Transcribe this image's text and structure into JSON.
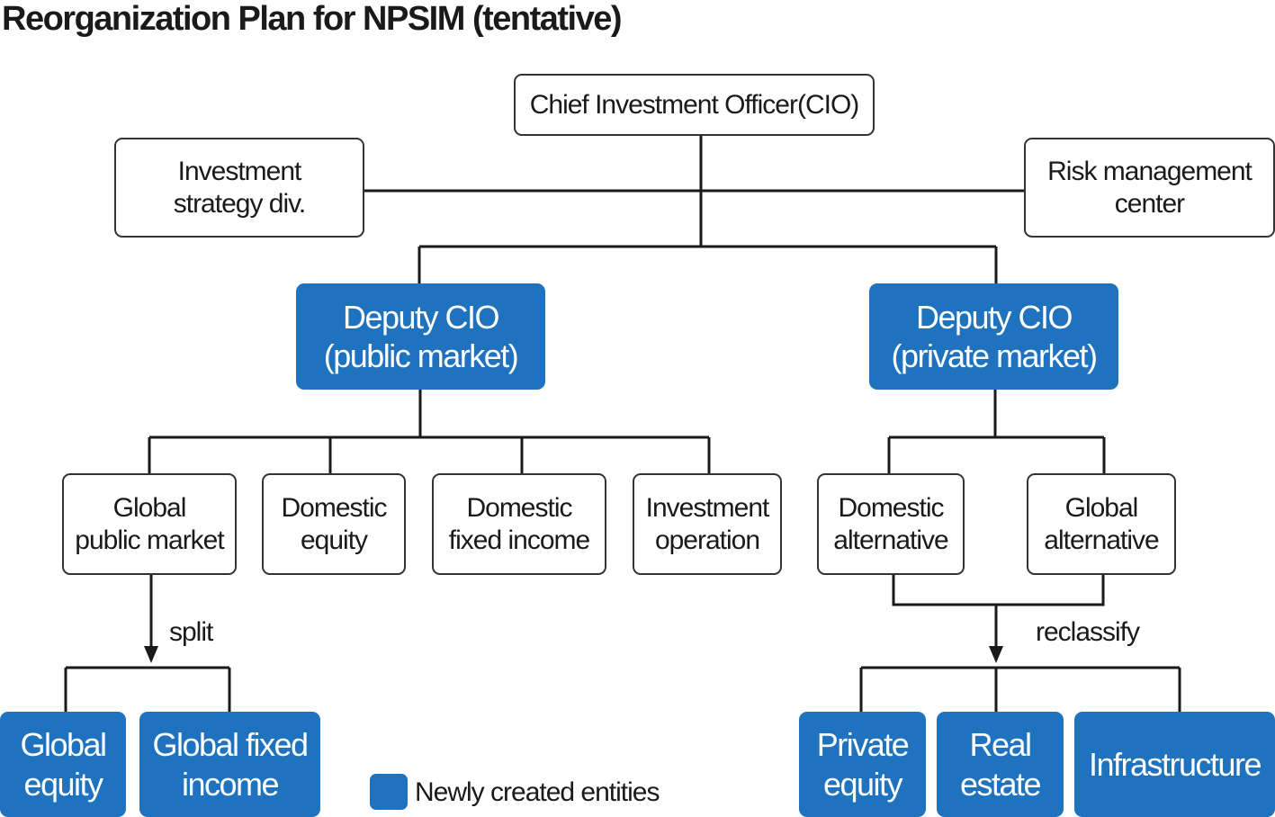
{
  "title": "Reorganization Plan for NPSIM (tentative)",
  "colors": {
    "new_entity": "#1f72bd",
    "line": "#1a1a1a"
  },
  "nodes": {
    "cio": "Chief Investment Officer(CIO)",
    "investment_strategy": "Investment\nstrategy div.",
    "risk_management": "Risk management\ncenter",
    "deputy_public": "Deputy CIO\n(public market)",
    "deputy_private": "Deputy CIO\n(private market)",
    "global_public_market": "Global\npublic market",
    "domestic_equity": "Domestic\nequity",
    "domestic_fixed_income": "Domestic\nfixed income",
    "investment_operation": "Investment\noperation",
    "domestic_alternative": "Domestic\nalternative",
    "global_alternative": "Global\nalternative",
    "global_equity": "Global\nequity",
    "global_fixed_income": "Global fixed\nincome",
    "private_equity": "Private\nequity",
    "real_estate": "Real\nestate",
    "infrastructure": "Infrastructure"
  },
  "annotations": {
    "split": "split",
    "reclassify": "reclassify"
  },
  "legend": {
    "new_entities": "Newly created entities"
  }
}
